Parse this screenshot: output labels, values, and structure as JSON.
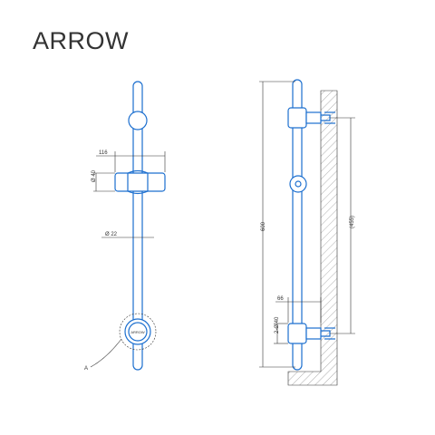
{
  "brand": "ARROW",
  "colors": {
    "outline": "#1c6fcf",
    "dimension": "#333333"
  },
  "front_view": {
    "dim_width": "116",
    "dim_holder_dia": "Ø 40",
    "dim_bar_dia": "Ø 22",
    "knob_label": "ARROW",
    "callout": "A"
  },
  "side_view": {
    "dim_total_height": "600",
    "dim_bracket_spacing": "(455)",
    "dim_wall_offset": "66",
    "dim_bracket_dia": "2-Ø 40"
  }
}
